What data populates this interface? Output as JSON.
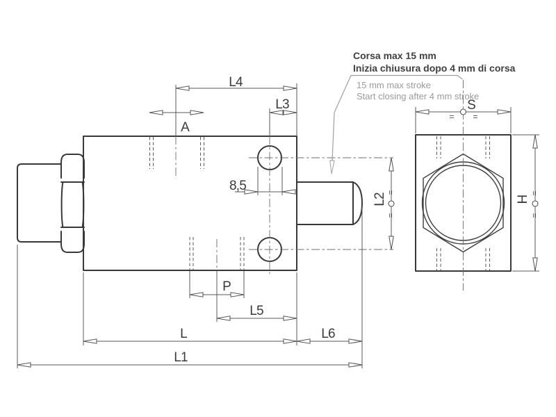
{
  "annotation": {
    "primary": [
      "Corsa max 15 mm",
      "Inizia chiusura dopo 4 mm di corsa"
    ],
    "secondary": [
      "15 mm max stroke",
      "Start closing after 4 mm stroke"
    ]
  },
  "dimensions": {
    "l4": "L4",
    "l3": "L3",
    "port_a": "A",
    "hole_diameter": "8,5",
    "l2": "L2",
    "port_p": "P",
    "l5": "L5",
    "l": "L",
    "l6": "L6",
    "l1": "L1",
    "s": "S",
    "h": "H"
  },
  "symbols": {
    "equal": "="
  },
  "colors": {
    "background": "#ffffff",
    "outline": "#383838",
    "thin_line": "#5a5a5a",
    "centerline": "#6d6d6d",
    "annotation_primary": "#3f3f3f",
    "annotation_secondary": "#9b9b9b"
  }
}
